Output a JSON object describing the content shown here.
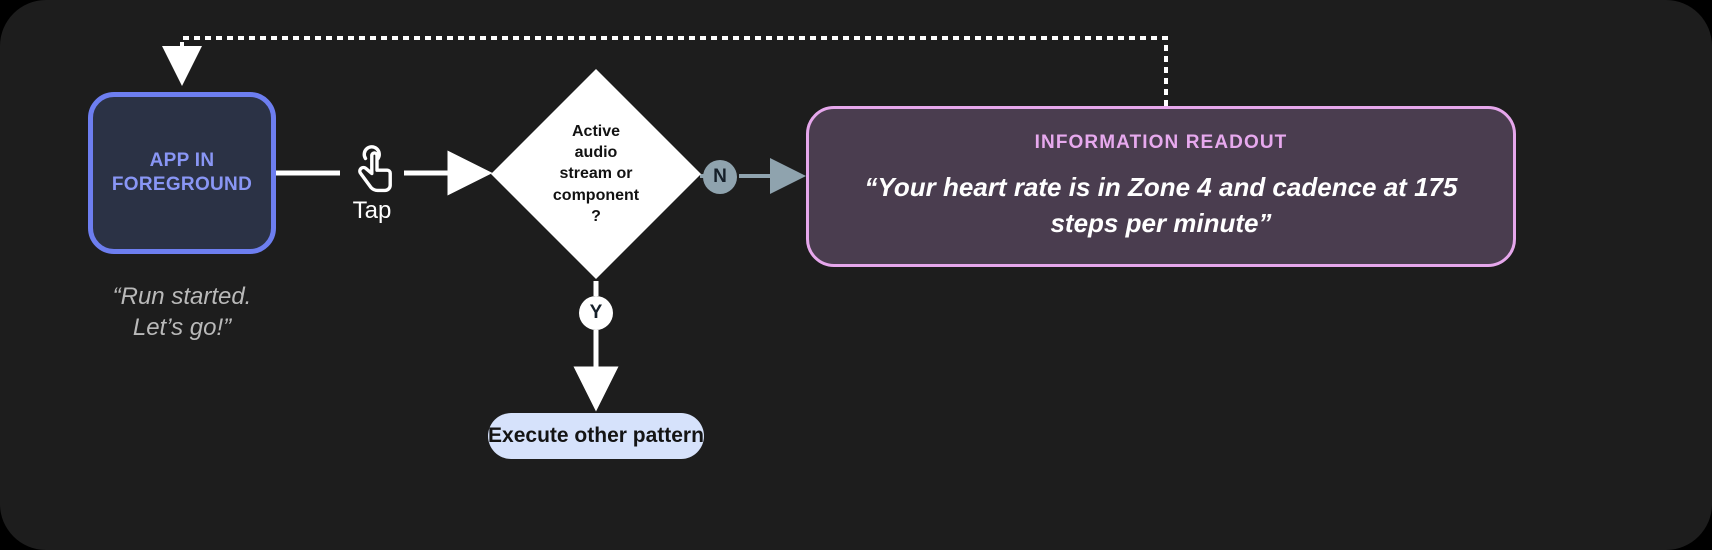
{
  "canvas": {
    "background": "#000000",
    "stage_background": "#1d1d1d"
  },
  "nodes": {
    "app": {
      "label_line1": "APP IN",
      "label_line2": "FOREGROUND",
      "fill": "#2b3245",
      "border": "#6d7ef0",
      "text_color": "#8996f5",
      "caption_line1": "“Run started.",
      "caption_line2": "Let’s go!”",
      "caption_color": "#b9b9b9"
    },
    "gesture": {
      "icon": "tap-gesture-icon",
      "label": "Tap",
      "color": "#ffffff"
    },
    "decision": {
      "line1": "Active",
      "line2": "audio",
      "line3": "stream or",
      "line4": "component",
      "line5": "?",
      "fill": "#ffffff",
      "text_color": "#121212"
    },
    "branch_no": {
      "label": "N",
      "fill": "#8fa3ae",
      "text_color": "#16202a"
    },
    "branch_yes": {
      "label": "Y",
      "fill": "#ffffff",
      "text_color": "#16202a"
    },
    "readout": {
      "title": "INFORMATION READOUT",
      "quote_line1": "“Your heart rate is in Zone 4 and cadence at",
      "quote_line2": "175 steps per minute”",
      "fill": "#4a3d4f",
      "border": "#e6a7ec",
      "title_color": "#e7a9ee",
      "quote_color": "#ffffff"
    },
    "execute": {
      "label": "Execute other pattern",
      "fill": "#d6e2fb",
      "text_color": "#141414"
    }
  },
  "connectors": {
    "app_to_tap": {
      "style": "solid",
      "color": "#ffffff"
    },
    "tap_to_decision": {
      "style": "solid-arrow",
      "color": "#ffffff"
    },
    "decision_to_no": {
      "style": "solid-arrow",
      "color": "#8fa3ae"
    },
    "decision_to_yes": {
      "style": "solid-arrow",
      "color": "#ffffff"
    },
    "readout_feedback": {
      "style": "dotted-arrow",
      "color": "#ffffff"
    }
  }
}
